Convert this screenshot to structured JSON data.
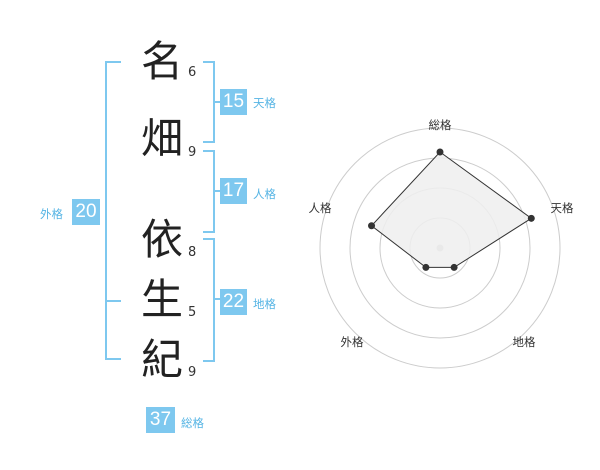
{
  "name_chars": [
    {
      "char": "名",
      "strokes": "6"
    },
    {
      "char": "畑",
      "strokes": "9"
    },
    {
      "char": "依",
      "strokes": "8"
    },
    {
      "char": "生",
      "strokes": "5"
    },
    {
      "char": "紀",
      "strokes": "9"
    }
  ],
  "fortunes": {
    "tenkaku": {
      "value": "15",
      "label": "天格"
    },
    "jinkaku": {
      "value": "17",
      "label": "人格"
    },
    "chikaku": {
      "value": "22",
      "label": "地格"
    },
    "gaikaku": {
      "value": "20",
      "label": "外格"
    },
    "soukaku": {
      "value": "37",
      "label": "総格"
    }
  },
  "chart_data": {
    "type": "radar",
    "axes": [
      "総格",
      "天格",
      "地格",
      "外格",
      "人格"
    ],
    "values": [
      4,
      4,
      1,
      1,
      3
    ],
    "max": 5,
    "rings": 4,
    "colors": {
      "fill": "#efefef",
      "line": "#333333",
      "grid": "#cccccc",
      "badge": "#7ec8ef"
    }
  }
}
